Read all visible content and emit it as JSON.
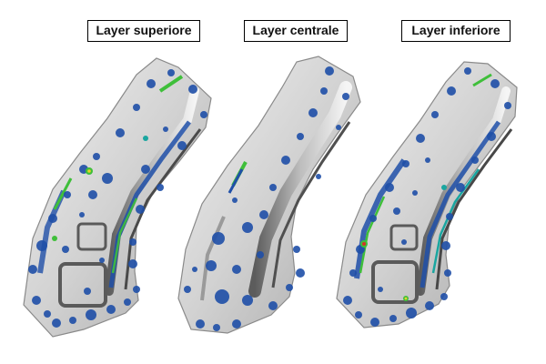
{
  "panels": [
    {
      "label": "Layer superiore"
    },
    {
      "label": "Layer centrale"
    },
    {
      "label": "Layer inferiore"
    }
  ],
  "colors": {
    "metal_light": "#e2e2e2",
    "metal_mid": "#b9b9b9",
    "metal_dark": "#6d6d6d",
    "defect_blue": "#1f4fa8",
    "defect_teal": "#1aa6a0",
    "defect_green": "#3fbf3a",
    "defect_yellow": "#e4d52a",
    "defect_red": "#d2332a"
  }
}
